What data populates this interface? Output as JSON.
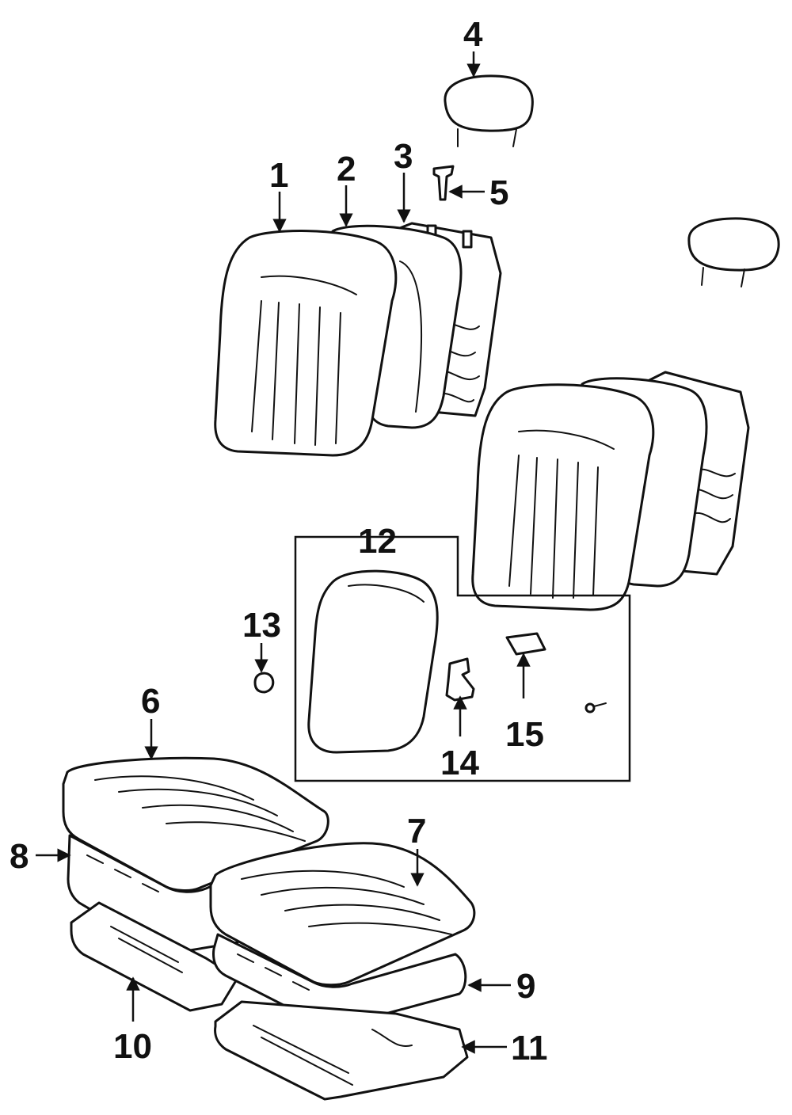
{
  "diagram": {
    "callouts": [
      "1",
      "2",
      "3",
      "4",
      "5",
      "6",
      "7",
      "8",
      "9",
      "10",
      "11",
      "12",
      "13",
      "14",
      "15"
    ],
    "colors": {
      "ink": "#111111",
      "paper": "#ffffff"
    }
  }
}
